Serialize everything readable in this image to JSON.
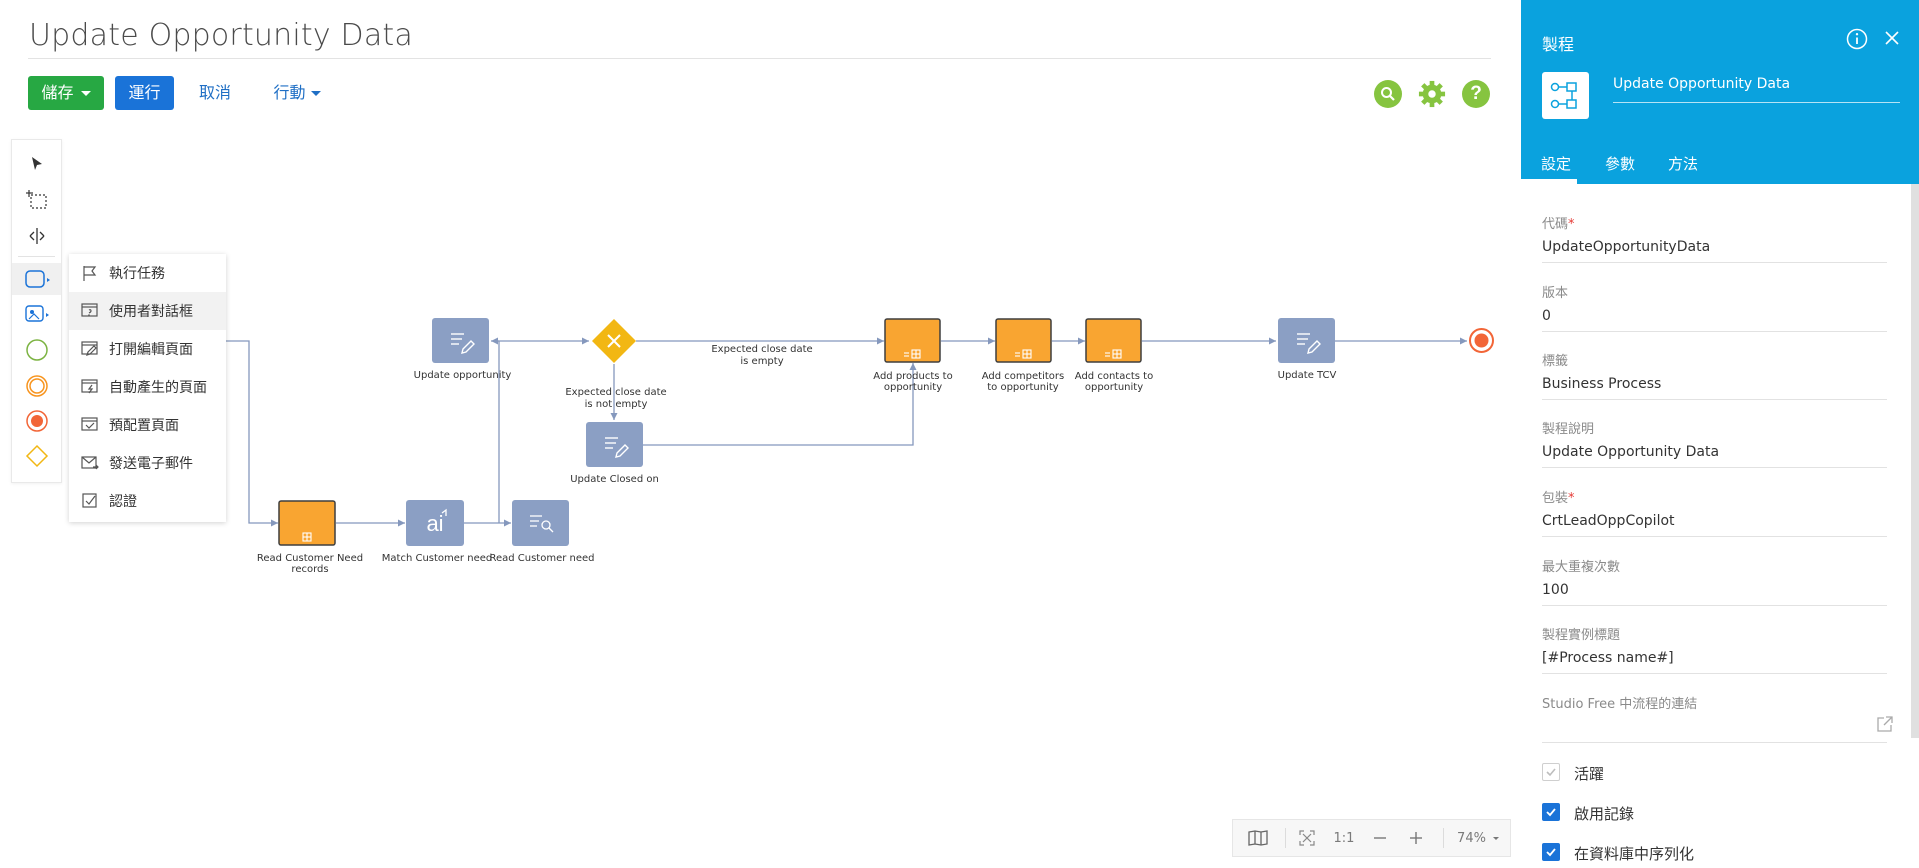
{
  "header": {
    "title": "Update Opportunity Data",
    "save_label": "儲存",
    "run_label": "運行",
    "cancel_label": "取消",
    "actions_label": "行動",
    "icons": [
      "search-icon",
      "gear-icon",
      "help-icon"
    ]
  },
  "toolbar": {
    "tools": [
      "pointer-icon",
      "area-select-icon",
      "move-icon",
      "task-shape-icon",
      "media-task-icon",
      "start-event-icon",
      "intermediate-event-icon",
      "end-event-icon",
      "gateway-icon"
    ]
  },
  "popup_menu": {
    "items": [
      {
        "label": "執行任務",
        "icon": "flag-icon"
      },
      {
        "label": "使用者對話框",
        "icon": "dialog-icon"
      },
      {
        "label": "打開編輯頁面",
        "icon": "edit-page-icon"
      },
      {
        "label": "自動產生的頁面",
        "icon": "auto-page-icon"
      },
      {
        "label": "預配置頁面",
        "icon": "preconfigured-page-icon"
      },
      {
        "label": "發送電子郵件",
        "icon": "email-icon"
      },
      {
        "label": "認證",
        "icon": "approval-icon"
      }
    ]
  },
  "diagram": {
    "nodes": {
      "update_opportunity": "Update opportunity",
      "update_closed_on": "Update Closed on",
      "add_products": "Add products to opportunity",
      "add_competitors": "Add competitors to opportunity",
      "add_contacts": "Add contacts to opportunity",
      "update_tcv": "Update TCV",
      "read_customer_need_records": "Read Customer Need records",
      "match_customer_need": "Match Customer need",
      "read_customer_need": "Read Customer need"
    },
    "edges": {
      "close_date_empty": "Expected close date is empty",
      "close_date_not_empty": "Expected close date is not empty"
    }
  },
  "zoom": {
    "one_to_one": "1:1",
    "level": "74%"
  },
  "panel": {
    "title": "製程",
    "process_name": "Update Opportunity Data",
    "tabs": [
      "設定",
      "參數",
      "方法"
    ],
    "active_tab": "設定",
    "fields": [
      {
        "label": "代碼",
        "required": true,
        "value": "UpdateOpportunityData"
      },
      {
        "label": "版本",
        "required": false,
        "value": "0"
      },
      {
        "label": "標籤",
        "required": false,
        "value": "Business Process"
      },
      {
        "label": "製程說明",
        "required": false,
        "value": "Update Opportunity Data"
      },
      {
        "label": "包裝",
        "required": true,
        "value": "CrtLeadOppCopilot"
      },
      {
        "label": "最大重複次數",
        "required": false,
        "value": "100"
      },
      {
        "label": "製程實例標題",
        "required": false,
        "value": "[#Process name#]"
      },
      {
        "label": "Studio Free 中流程的連結",
        "required": false,
        "value": ""
      }
    ],
    "checkboxes": [
      {
        "label": "活躍",
        "checked": true,
        "disabled": true
      },
      {
        "label": "啟用記錄",
        "checked": true,
        "disabled": false
      },
      {
        "label": "在資料庫中序列化",
        "checked": true,
        "disabled": false
      }
    ]
  },
  "colors": {
    "save": "#27a843",
    "run": "#1a73d8",
    "panel_header": "#0aa2de",
    "node_slate": "#8b9fc4",
    "node_orange": "#f9a531",
    "gateway": "#f2b713",
    "end_event": "#f26537"
  }
}
